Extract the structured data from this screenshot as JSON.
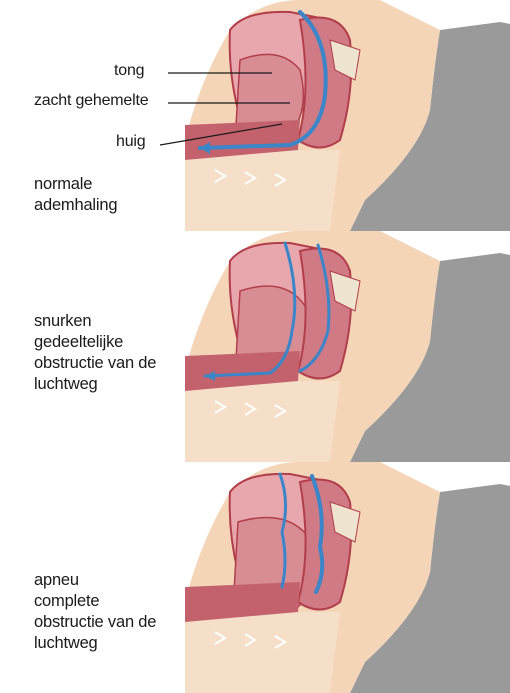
{
  "labels": {
    "tongue": "tong",
    "soft_palate": "zacht gehemelte",
    "uvula": "huig"
  },
  "panels": [
    {
      "line1": "normale",
      "line2": "ademhaling",
      "line3": "",
      "line4": ""
    },
    {
      "line1": "snurken",
      "line2": "gedeeltelijke",
      "line3": "obstructie van de",
      "line4": "luchtweg"
    },
    {
      "line1": "apneu",
      "line2": "complete",
      "line3": "obstructie van de",
      "line4": "luchtweg"
    }
  ],
  "colors": {
    "skin": "#f4d5b8",
    "pillow": "#9a9a9a",
    "tissue": "#e7a7ad",
    "tissue_dark": "#b23e4b",
    "airflow": "#3a86c8",
    "bone": "#efe4cf"
  }
}
